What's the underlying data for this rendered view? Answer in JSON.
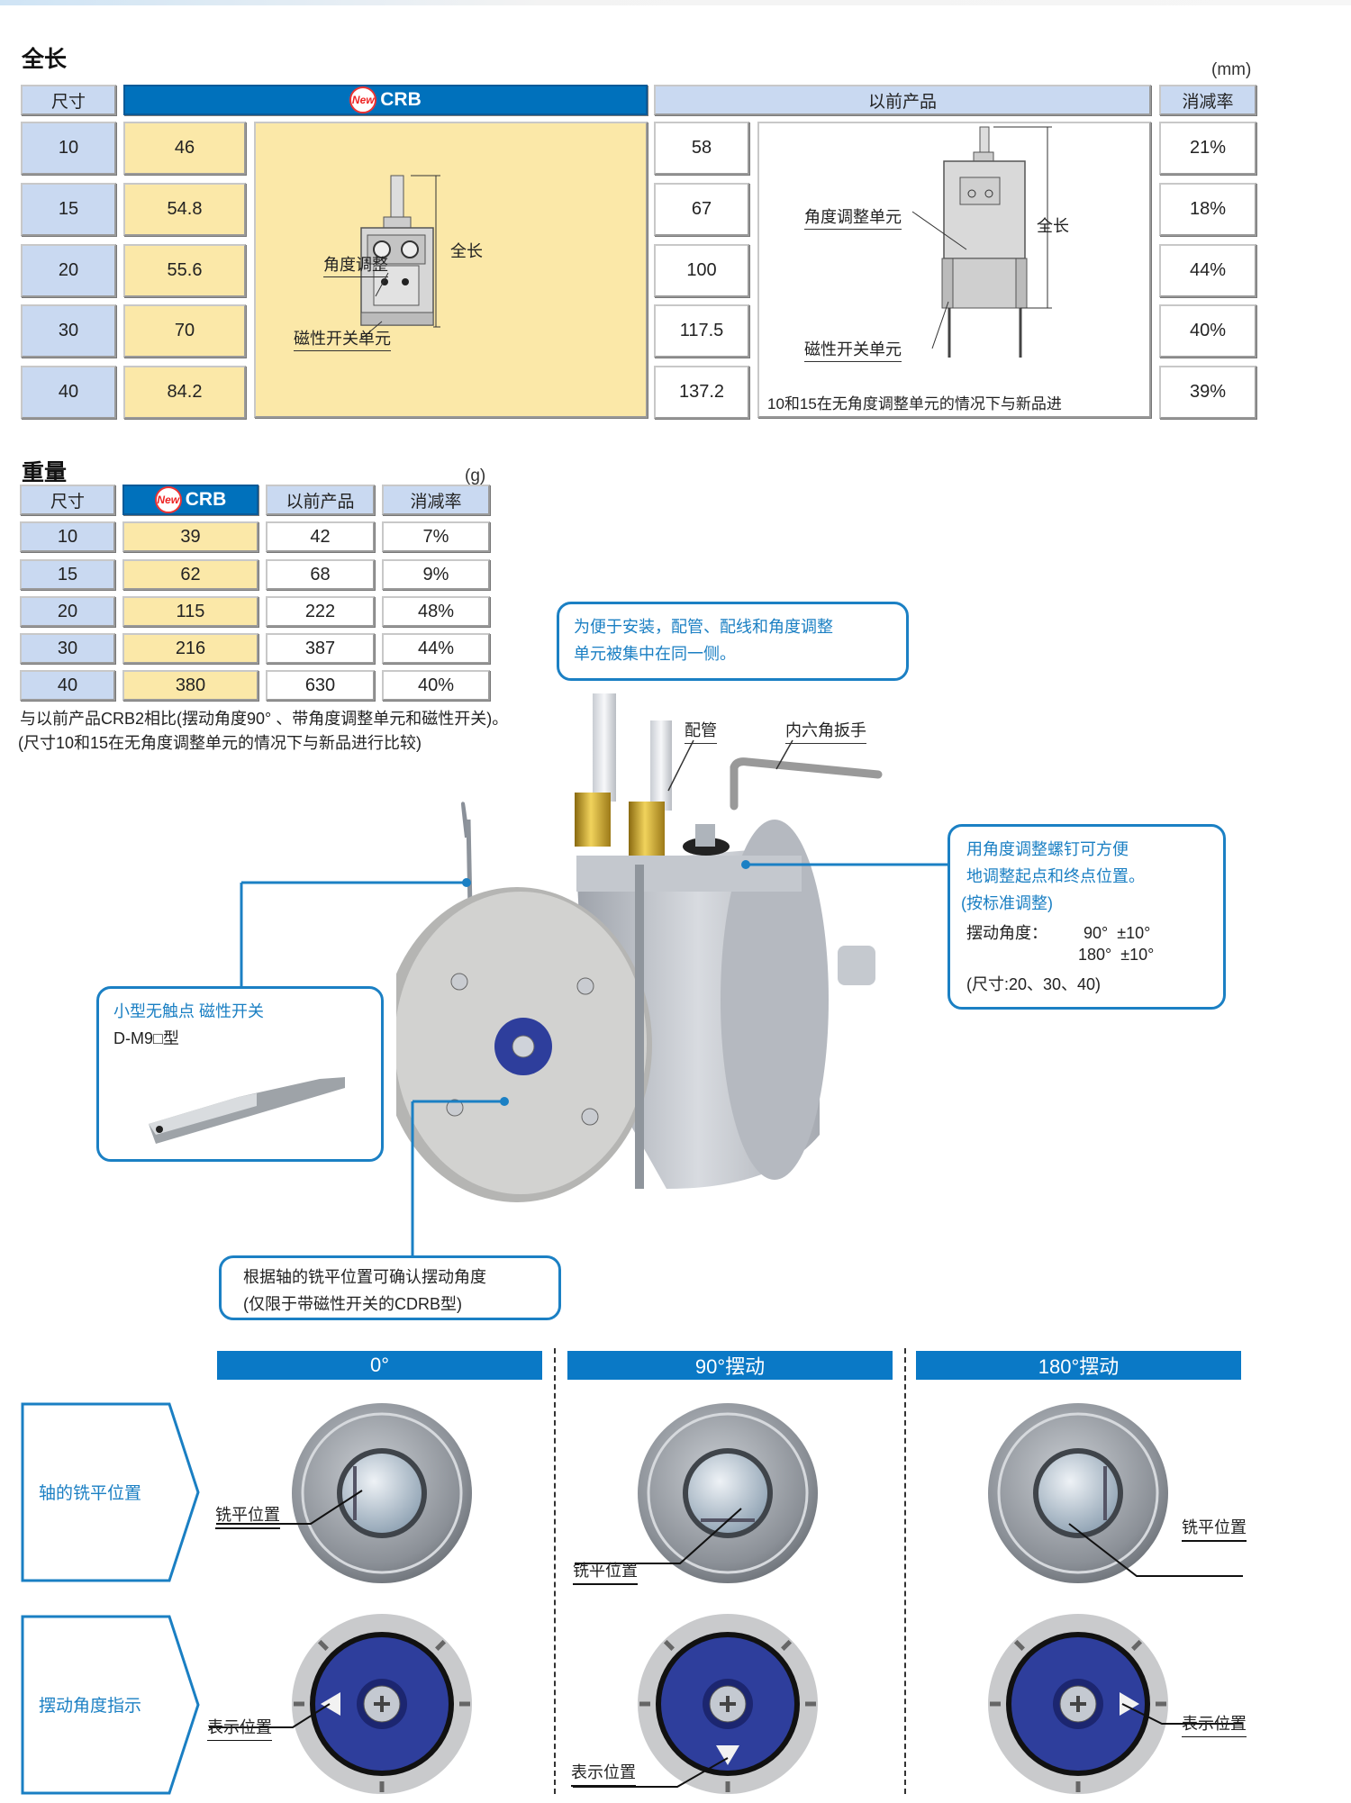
{
  "overall_length": {
    "title": "全长",
    "unit": "(mm)",
    "headers": {
      "size": "尺寸",
      "new": "CRB",
      "prev": "以前产品",
      "rate": "消减率"
    },
    "new_badge": "New",
    "rows": [
      {
        "size": "10",
        "new": "46",
        "prev": "58",
        "rate": "21%"
      },
      {
        "size": "15",
        "new": "54.8",
        "prev": "67",
        "rate": "18%"
      },
      {
        "size": "20",
        "new": "55.6",
        "prev": "100",
        "rate": "44%"
      },
      {
        "size": "30",
        "new": "70",
        "prev": "117.5",
        "rate": "40%"
      },
      {
        "size": "40",
        "new": "84.2",
        "prev": "137.2",
        "rate": "39%"
      }
    ],
    "new_diagram": {
      "angle": "角度调整",
      "length": "全长",
      "switch": "磁性开关单元"
    },
    "prev_diagram": {
      "angle": "角度调整单元",
      "length": "全长",
      "switch": "磁性开关单元",
      "note": "10和15在无角度调整单元的情况下与新品进"
    }
  },
  "weight": {
    "title": "重量",
    "unit": "(g)",
    "headers": {
      "size": "尺寸",
      "new": "CRB",
      "prev": "以前产品",
      "rate": "消减率"
    },
    "new_badge": "New",
    "rows": [
      {
        "size": "10",
        "new": "39",
        "prev": "42",
        "rate": "7%"
      },
      {
        "size": "15",
        "new": "62",
        "prev": "68",
        "rate": "9%"
      },
      {
        "size": "20",
        "new": "115",
        "prev": "222",
        "rate": "48%"
      },
      {
        "size": "30",
        "new": "216",
        "prev": "387",
        "rate": "44%"
      },
      {
        "size": "40",
        "new": "380",
        "prev": "630",
        "rate": "40%"
      }
    ],
    "notes": [
      "与以前产品CRB2相比(摆动角度90° 、带角度调整单元和磁性开关)。",
      "(尺寸10和15在无角度调整单元的情况下与新品进行比较)"
    ]
  },
  "callouts": {
    "same_side": [
      "为便于安装，配管、配线和角度调整",
      "单元被集中在同一侧。"
    ],
    "piping": "配管",
    "hex_wrench": "内六角扳手",
    "adjust": {
      "lines": [
        "用角度调整螺钉可方便",
        "地调整起点和终点位置。",
        "(按标准调整)"
      ],
      "angle_label": "摆动角度：",
      "angles": [
        "90°  ±10°",
        "180°  ±10°"
      ],
      "sizes": "(尺寸:20、30、40)"
    },
    "switch": {
      "title": "小型无触点 磁性开关",
      "model": "D-M9□型"
    },
    "flat": [
      "根据轴的铣平位置可确认摆动角度",
      "(仅限于带磁性开关的CDRB型)"
    ]
  },
  "positions": {
    "headers": [
      "0°",
      "90°摆动",
      "180°摆动"
    ],
    "row_labels": [
      "轴的铣平位置",
      "摆动角度指示"
    ],
    "flat_label": "铣平位置",
    "indicator_label": "表示位置"
  },
  "colors": {
    "accent": "#0a79c6",
    "size_fill": "#c9d9f1",
    "new_fill": "#fbe8a8",
    "indicator_blue": "#2e3e9c"
  }
}
